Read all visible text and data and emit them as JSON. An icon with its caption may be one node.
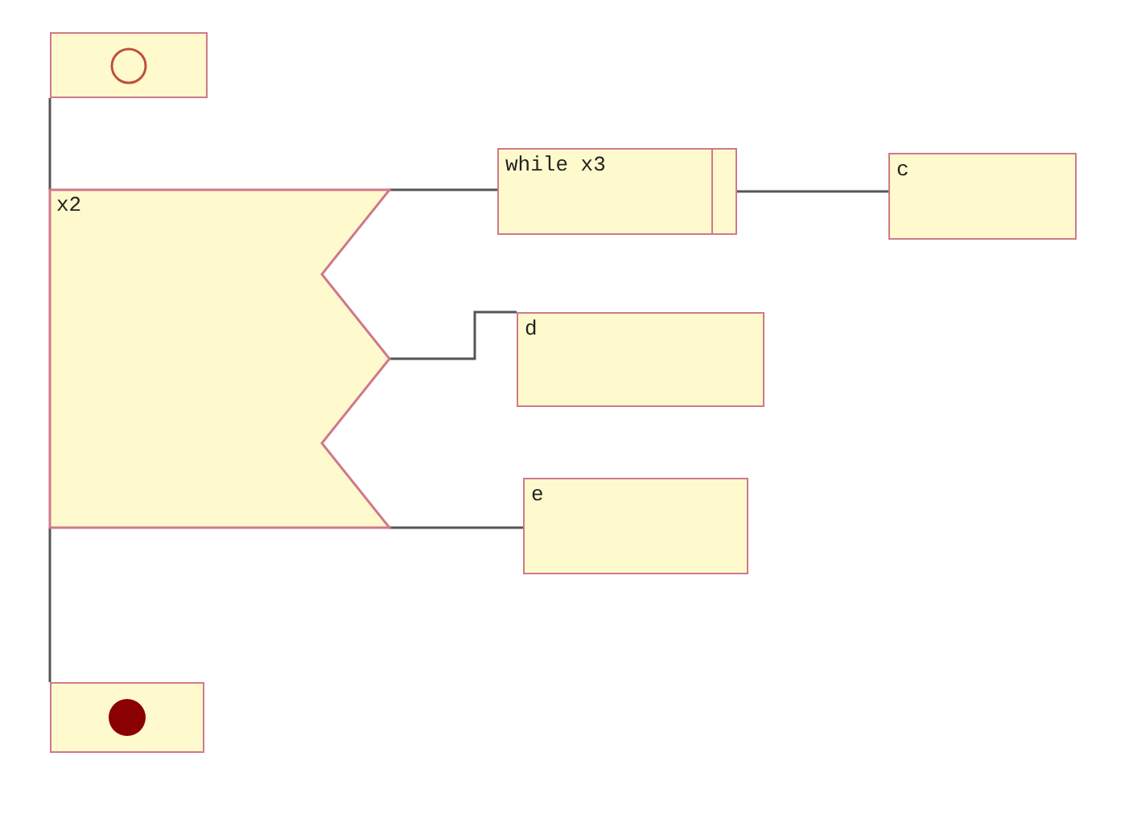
{
  "diagram": {
    "nodes": [
      {
        "text": [],
        "shape": "box"
      },
      {
        "text": [
          "x2"
        ]
      },
      {
        "text": [
          "while x3"
        ]
      },
      {
        "text": [
          "c"
        ]
      },
      {
        "text": [
          "d"
        ]
      },
      {
        "text": [
          "e"
        ]
      },
      {
        "text": [],
        "shape": "box"
      }
    ],
    "edges": [
      {
        "from": 0,
        "to": 1,
        "arrow": "none"
      },
      {
        "from": 1,
        "to": 2,
        "arrow": "none"
      },
      {
        "from": 2,
        "to": 3,
        "arrow": "none"
      },
      {
        "from": 1,
        "to": 4,
        "arrow": "none"
      },
      {
        "from": 1,
        "to": 5,
        "arrow": "none"
      },
      {
        "from": 1,
        "to": 6,
        "arrow": "none"
      }
    ]
  }
}
